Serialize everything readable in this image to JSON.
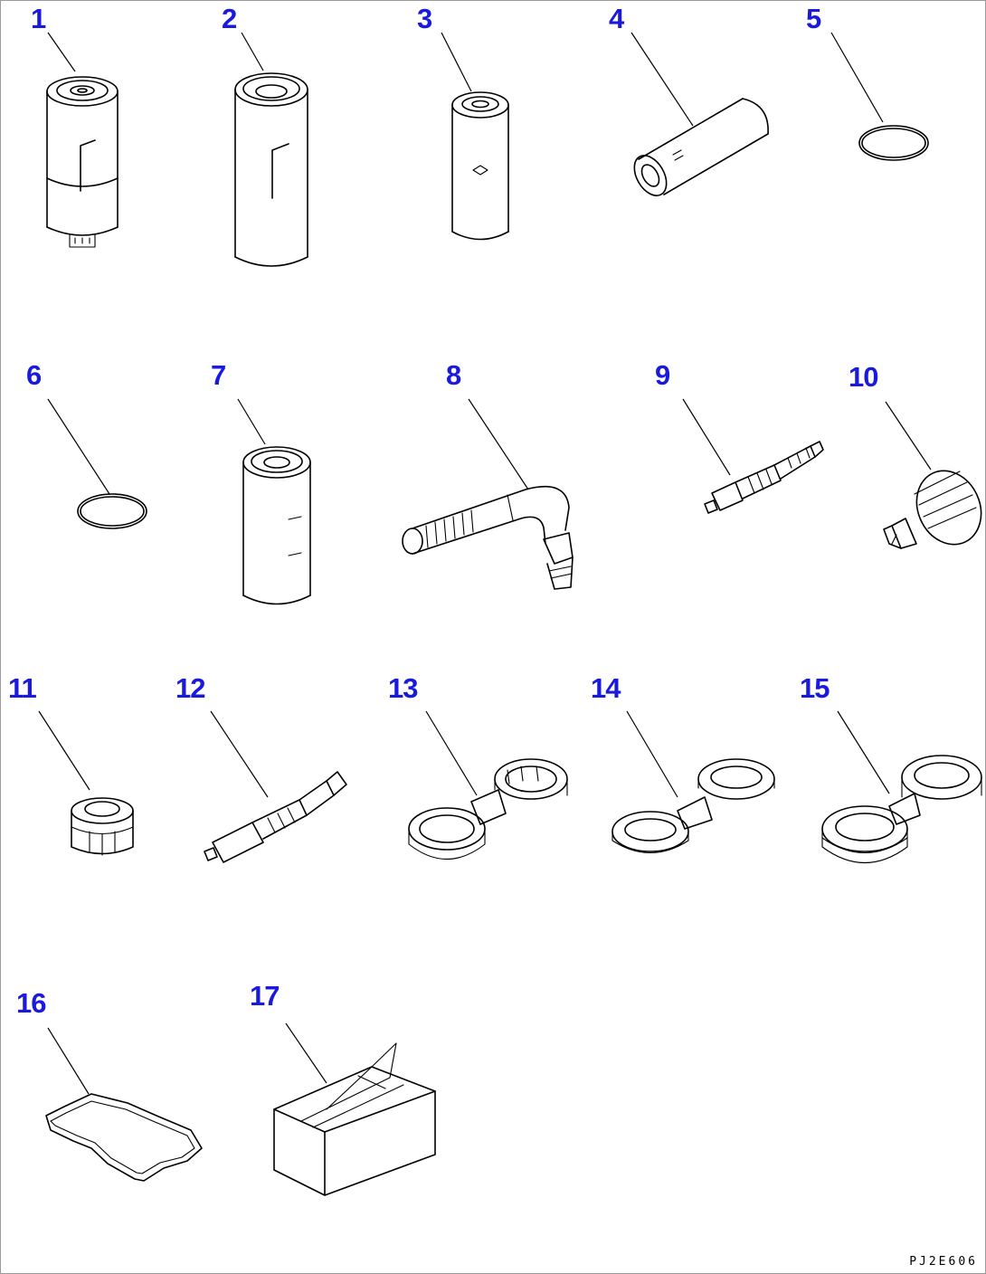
{
  "diagram": {
    "drawing_code": "PJ2E606",
    "ink_color": "#000000",
    "label_color": "#1a1adc",
    "parts": [
      {
        "no": "1",
        "icon": "fuel-filter-cartridge-icon"
      },
      {
        "no": "2",
        "icon": "oil-filter-cartridge-icon"
      },
      {
        "no": "3",
        "icon": "filter-element-icon"
      },
      {
        "no": "4",
        "icon": "tube-element-icon"
      },
      {
        "no": "5",
        "icon": "o-ring-icon"
      },
      {
        "no": "6",
        "icon": "o-ring-icon"
      },
      {
        "no": "7",
        "icon": "filter-cartridge-icon"
      },
      {
        "no": "8",
        "icon": "elbow-hose-icon"
      },
      {
        "no": "9",
        "icon": "sensor-icon"
      },
      {
        "no": "10",
        "icon": "breather-icon"
      },
      {
        "no": "11",
        "icon": "cap-icon"
      },
      {
        "no": "12",
        "icon": "sensor-icon"
      },
      {
        "no": "13",
        "icon": "filter-wrench-icon"
      },
      {
        "no": "14",
        "icon": "filter-wrench-icon"
      },
      {
        "no": "15",
        "icon": "filter-wrench-icon"
      },
      {
        "no": "16",
        "icon": "gasket-icon"
      },
      {
        "no": "17",
        "icon": "box-icon"
      }
    ]
  }
}
